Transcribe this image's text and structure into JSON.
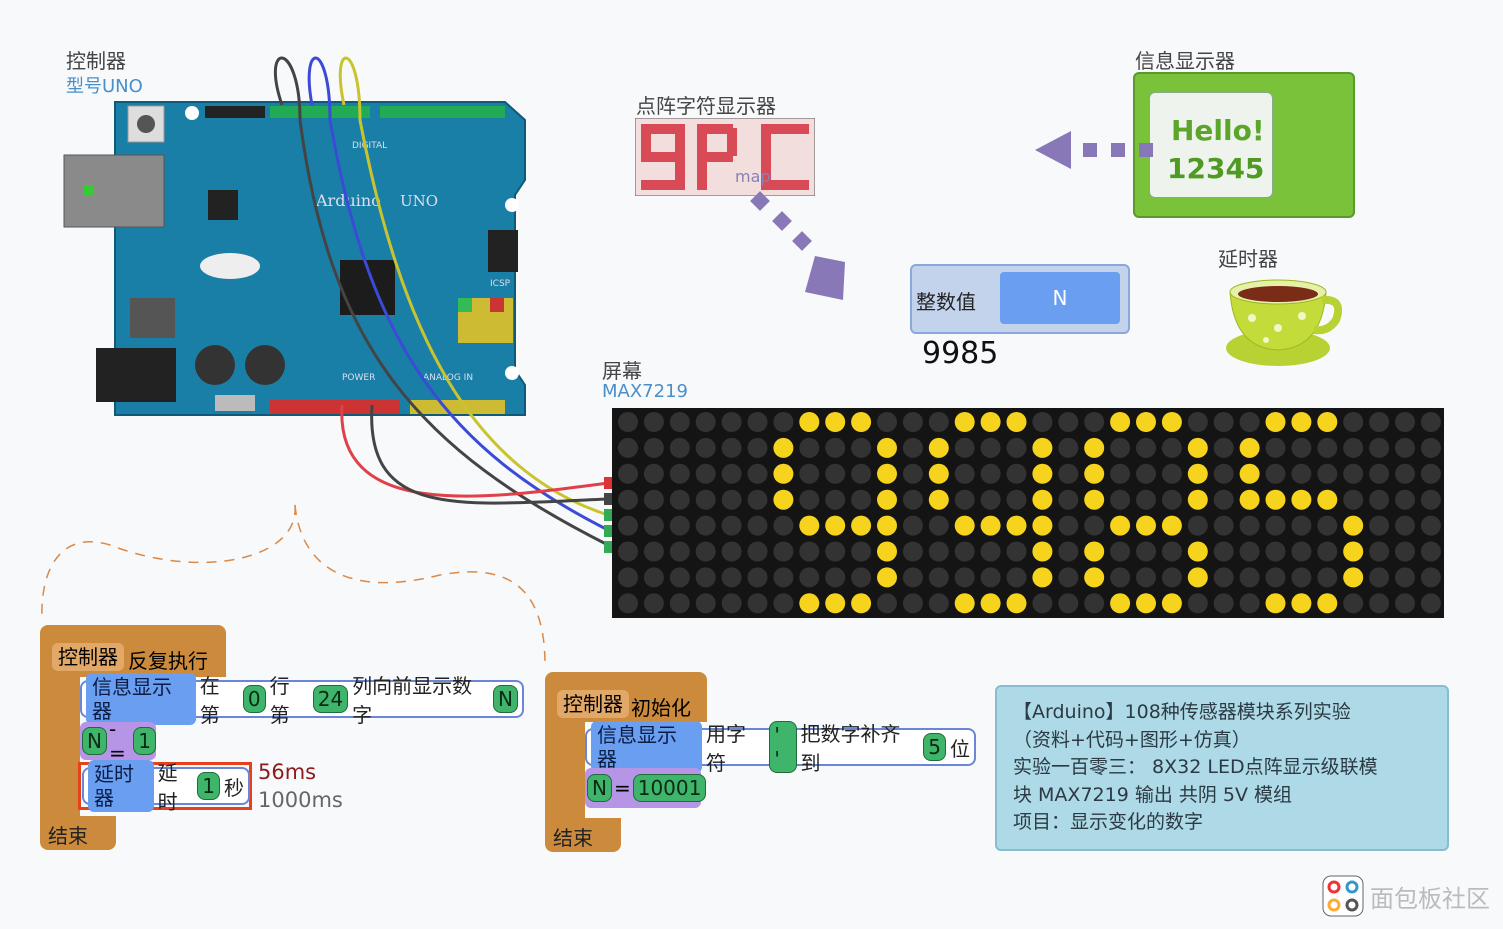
{
  "controller": {
    "title": "控制器",
    "model": "型号UNO"
  },
  "board": {
    "logo": "Arduino",
    "badge": "UNO",
    "digital": "DIGITAL",
    "icsp": "ICSP",
    "power": "POWER",
    "analog": "ANALOG IN"
  },
  "matrix_char": {
    "title": "点阵字符显示器",
    "map_label": "map"
  },
  "info_display": {
    "title": "信息显示器",
    "line1": "Hello!",
    "line2": "12345"
  },
  "delay_device": {
    "title": "延时器"
  },
  "int_value": {
    "label": "整数值",
    "var": "N",
    "value": "9985"
  },
  "screen": {
    "title": "屏幕",
    "model": "MAX7219",
    "digits": "9985"
  },
  "loop_block": {
    "hat_chip": "控制器",
    "hat_text": "反复执行",
    "row1": {
      "chip": "信息显示器",
      "t1": "在第",
      "v1": "0",
      "t2": "行第",
      "v2": "24",
      "t3": "列向前显示数字",
      "v3": "N"
    },
    "row2": {
      "var": "N",
      "op": "-=",
      "val": "1"
    },
    "row3": {
      "chip": "延时器",
      "t1": "延时",
      "v1": "1",
      "t2": "秒"
    },
    "end": "结束",
    "timing1": "56ms",
    "timing2": "1000ms"
  },
  "init_block": {
    "hat_chip": "控制器",
    "hat_text": "初始化",
    "row1": {
      "chip": "信息显示器",
      "t1": "用字符",
      "v1": "' '",
      "t2": "把数字补齐到",
      "v2": "5",
      "t3": "位"
    },
    "row2": {
      "var": "N",
      "op": "=",
      "val": "10001"
    },
    "end": "结束"
  },
  "info_box": {
    "line1": "【Arduino】108种传感器模块系列实验",
    "line2": "（资料+代码+图形+仿真）",
    "line3": "实验一百零三： 8X32 LED点阵显示级联模",
    "line4": "块 MAX7219 输出 共阴 5V 模组",
    "line5": "项目：显示变化的数字"
  },
  "watermark": "面包板社区",
  "colors": {
    "board": "#1a7fa6",
    "led_on": "#f6d31c",
    "led_off": "#333333",
    "hat": "#cc8a3c",
    "block_blue": "#6a9ef0"
  }
}
